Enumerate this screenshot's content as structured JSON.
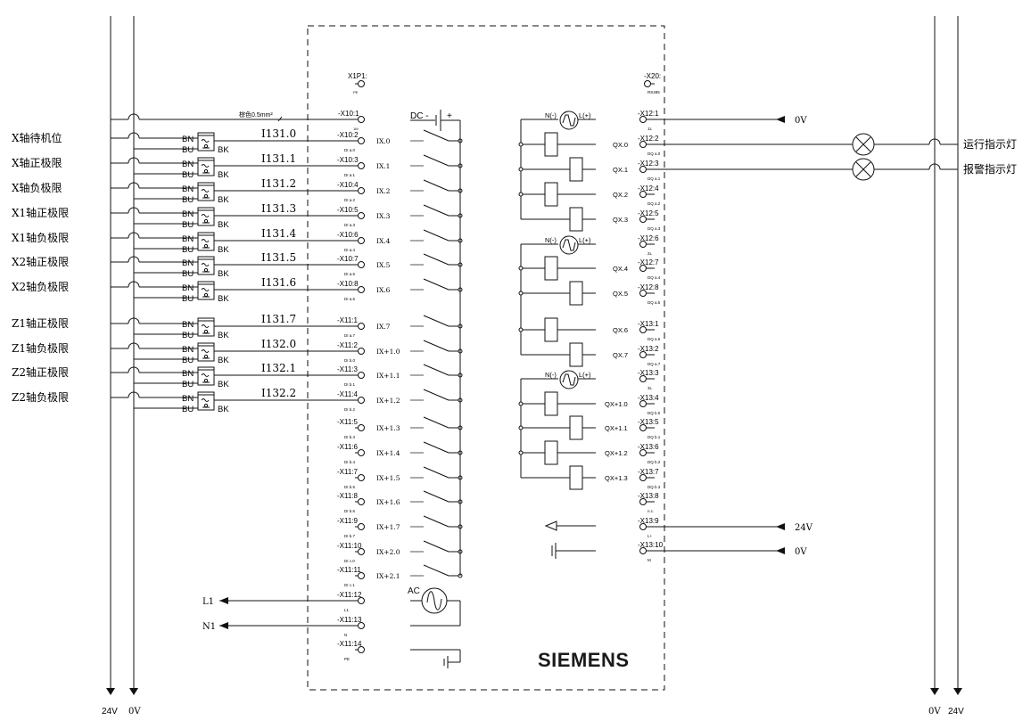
{
  "diagram": {
    "brand": "SIEMENS",
    "left_rails": {
      "left_label": "24V",
      "right_label": "0V"
    },
    "right_rails": {
      "left_label": "0V",
      "right_label": "24V"
    },
    "wire_note": "棕色0.5mm²",
    "header_terminals": [
      {
        "label": "X1P1:",
        "sub": "PE"
      },
      {
        "label": "-X10:1",
        "sub": "1M"
      }
    ],
    "sensor_pins": {
      "bn": "BN",
      "bu": "BU",
      "bk": "BK"
    },
    "sensors": [
      {
        "name": "X轴待机位",
        "address": "I131.0",
        "terminal": "-X10:2",
        "sub": "DI a.0",
        "input": "IX.0"
      },
      {
        "name": "X轴正极限",
        "address": "I131.1",
        "terminal": "-X10:3",
        "sub": "DI a.1",
        "input": "IX.1"
      },
      {
        "name": "X轴负极限",
        "address": "I131.2",
        "terminal": "-X10:4",
        "sub": "DI a.2",
        "input": "IX.2"
      },
      {
        "name": "X1轴正极限",
        "address": "I131.3",
        "terminal": "-X10:5",
        "sub": "DI a.3",
        "input": "IX.3"
      },
      {
        "name": "X1轴负极限",
        "address": "I131.4",
        "terminal": "-X10:6",
        "sub": "DI a.4",
        "input": "IX.4"
      },
      {
        "name": "X2轴正极限",
        "address": "I131.5",
        "terminal": "-X10:7",
        "sub": "DI a.5",
        "input": "IX.5"
      },
      {
        "name": "X2轴负极限",
        "address": "I131.6",
        "terminal": "-X10:8",
        "sub": "DI a.6",
        "input": "IX.6"
      },
      {
        "name": "Z1轴正极限",
        "address": "I131.7",
        "terminal": "-X11:1",
        "sub": "DI a.7",
        "input": "IX.7"
      },
      {
        "name": "Z1轴负极限",
        "address": "I132.0",
        "terminal": "-X11:2",
        "sub": "DI b.0",
        "input": "IX+1.0"
      },
      {
        "name": "Z2轴正极限",
        "address": "I132.1",
        "terminal": "-X11:3",
        "sub": "DI b.1",
        "input": "IX+1.1"
      },
      {
        "name": "Z2轴负极限",
        "address": "I132.2",
        "terminal": "-X11:4",
        "sub": "DI b.2",
        "input": "IX+1.2"
      }
    ],
    "spare_inputs": [
      {
        "terminal": "-X11:5",
        "sub": "DI b.3",
        "input": "IX+1.3"
      },
      {
        "terminal": "-X11:6",
        "sub": "DI b.4",
        "input": "IX+1.4"
      },
      {
        "terminal": "-X11:7",
        "sub": "DI b.5",
        "input": "IX+1.5"
      },
      {
        "terminal": "-X11:8",
        "sub": "DI b.6",
        "input": "IX+1.6"
      },
      {
        "terminal": "-X11:9",
        "sub": "DI b.7",
        "input": "IX+1.7"
      },
      {
        "terminal": "-X11:10",
        "sub": "DI c.0",
        "input": "IX+2.0"
      },
      {
        "terminal": "-X11:11",
        "sub": "DI c.1",
        "input": "IX+2.1"
      }
    ],
    "power_terminals": [
      {
        "terminal": "-X11:12",
        "sub": "L1",
        "feed": "L1"
      },
      {
        "terminal": "-X11:13",
        "sub": "N",
        "feed": "N1"
      },
      {
        "terminal": "-X11:14",
        "sub": "PE",
        "feed": ""
      }
    ],
    "dc_label": "DC -",
    "dc_plus": "+",
    "ac_label": "AC",
    "supply": {
      "n": "N(-)",
      "l": "L(+)"
    },
    "right_header": {
      "label": "-X20:",
      "sub": "RS485"
    },
    "output_terminals": [
      {
        "terminal": "-X12:1",
        "sub": "1L",
        "output": ""
      },
      {
        "terminal": "-X12:2",
        "sub": "DQ a.0",
        "output": "QX.0"
      },
      {
        "terminal": "-X12:3",
        "sub": "DQ a.1",
        "output": "QX.1"
      },
      {
        "terminal": "-X12:4",
        "sub": "DQ a.2",
        "output": "QX.2"
      },
      {
        "terminal": "-X12:5",
        "sub": "DQ a.3",
        "output": "QX.3"
      },
      {
        "terminal": "-X12:6",
        "sub": "2L",
        "output": ""
      },
      {
        "terminal": "-X12:7",
        "sub": "DQ a.4",
        "output": "QX.4"
      },
      {
        "terminal": "-X12:8",
        "sub": "DQ a.5",
        "output": "QX.5"
      },
      {
        "terminal": "-X13:1",
        "sub": "DQ a.6",
        "output": "QX.6"
      },
      {
        "terminal": "-X13:2",
        "sub": "DQ a.7",
        "output": "QX.7"
      },
      {
        "terminal": "-X13:3",
        "sub": "3L",
        "output": ""
      },
      {
        "terminal": "-X13:4",
        "sub": "DQ b.0",
        "output": "QX+1.0"
      },
      {
        "terminal": "-X13:5",
        "sub": "DQ b.1",
        "output": "QX+1.1"
      },
      {
        "terminal": "-X13:6",
        "sub": "DQ b.2",
        "output": "QX+1.2"
      },
      {
        "terminal": "-X13:7",
        "sub": "DQ b.3",
        "output": "QX+1.3"
      },
      {
        "terminal": "-X13:8",
        "sub": "n.c.",
        "output": ""
      },
      {
        "terminal": "-X13:9",
        "sub": "L+",
        "output": ""
      },
      {
        "terminal": "-X13:10",
        "sub": "M",
        "output": ""
      }
    ],
    "feeds": {
      "x12_1": "0V",
      "x13_9": "24V",
      "x13_10": "0V"
    },
    "lamps": [
      {
        "name": "运行指示灯"
      },
      {
        "name": "报警指示灯"
      }
    ]
  }
}
